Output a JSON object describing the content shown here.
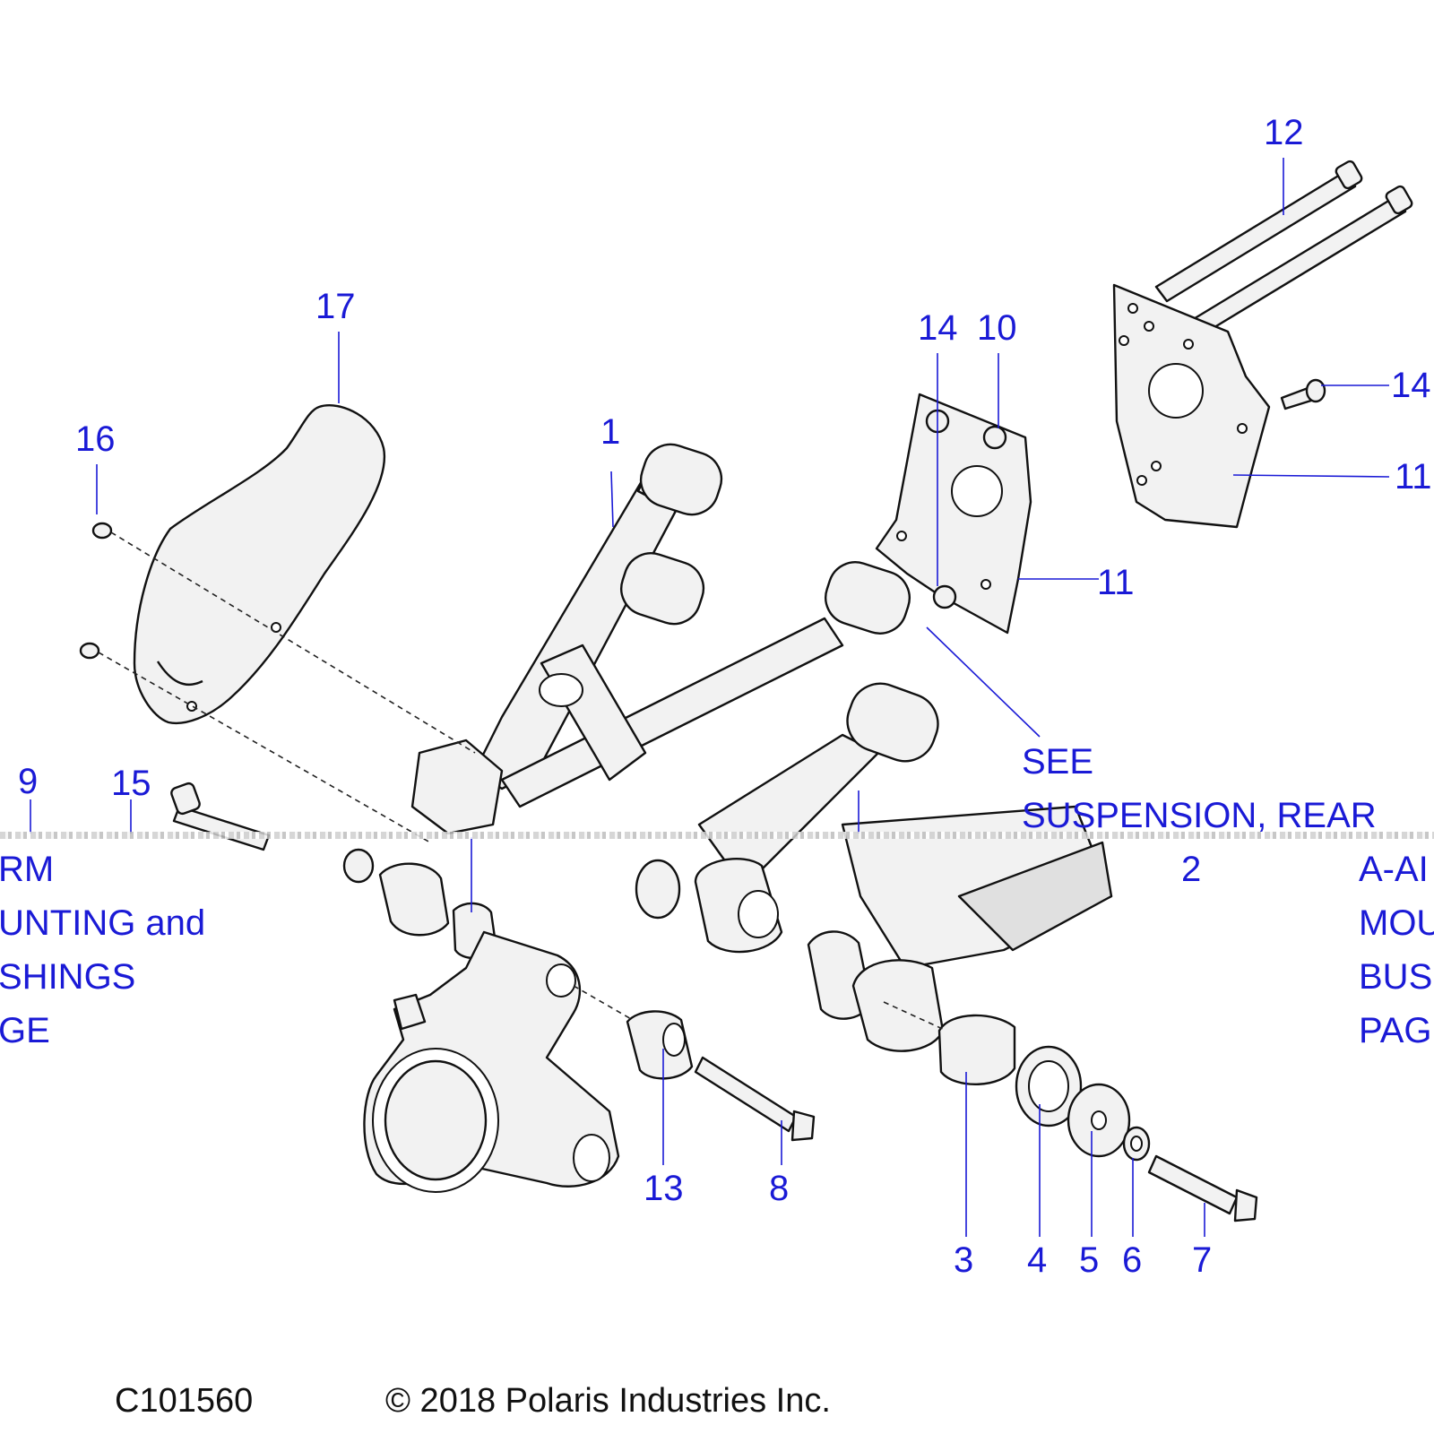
{
  "diagram": {
    "ink_color": "#111111",
    "label_color": "#1a1ad6",
    "callouts": [
      "1",
      "2",
      "3",
      "4",
      "5",
      "6",
      "7",
      "8",
      "9",
      "10",
      "11",
      "11",
      "12",
      "13",
      "14",
      "14",
      "15",
      "16",
      "17"
    ],
    "note_right": {
      "line1": "SEE",
      "line2": "SUSPENSION, REAR"
    },
    "note_right_cont": [
      "A-AI",
      "MOU",
      "BUS",
      "PAG"
    ],
    "note_left_cont": [
      "RM",
      "UNTING and",
      "SHINGS",
      "GE"
    ]
  },
  "footer": {
    "illustration_id": "C101560",
    "copyright": "© 2018 Polaris Industries Inc."
  }
}
